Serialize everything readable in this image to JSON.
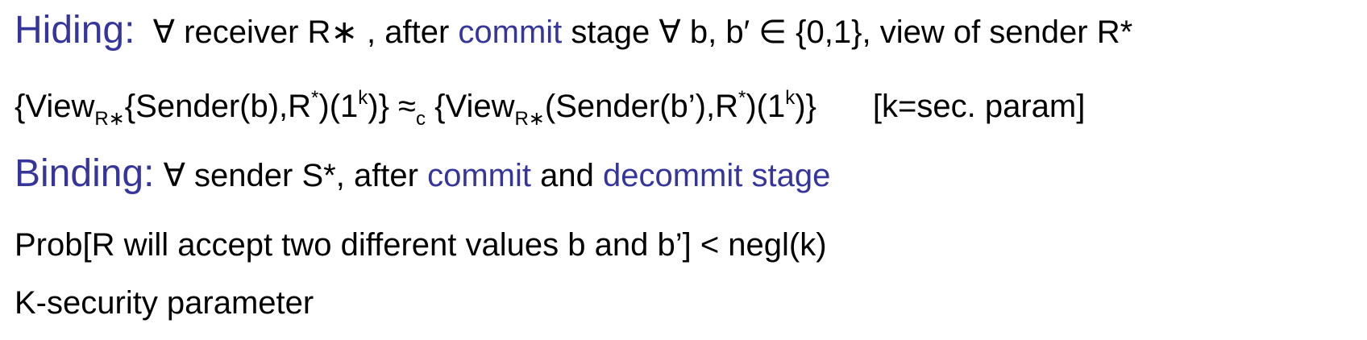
{
  "hiding": {
    "label": "Hiding:",
    "t1": "  ∀ receiver R∗ , after ",
    "commit": "commit",
    "t2": " stage ∀ b, b′ ∈ {0,1}, view of sender R*"
  },
  "formula": {
    "f1": "{View",
    "sub1": "R∗",
    "f2": "{Sender(b),R",
    "sup1": "*",
    "f3": ")(1",
    "sup2": "k",
    "f4": ")} ≈",
    "sub2": "c",
    "f5": " {View",
    "sub3": "R∗",
    "f6": "(Sender(b’),R",
    "sup3": "*",
    "f7": ")(1",
    "sup4": "k",
    "f8": ")}",
    "param": "[k=sec. param]"
  },
  "binding": {
    "label": "Binding:",
    "t1": " ∀ sender S*, after ",
    "commit": "commit",
    "t2": " and ",
    "decommit": "decommit stage"
  },
  "prob": "Prob[R will accept two different values b and b’] < negl(k)",
  "ksec": "K-security parameter",
  "colors": {
    "accent": "#35359a",
    "text": "#000000"
  }
}
